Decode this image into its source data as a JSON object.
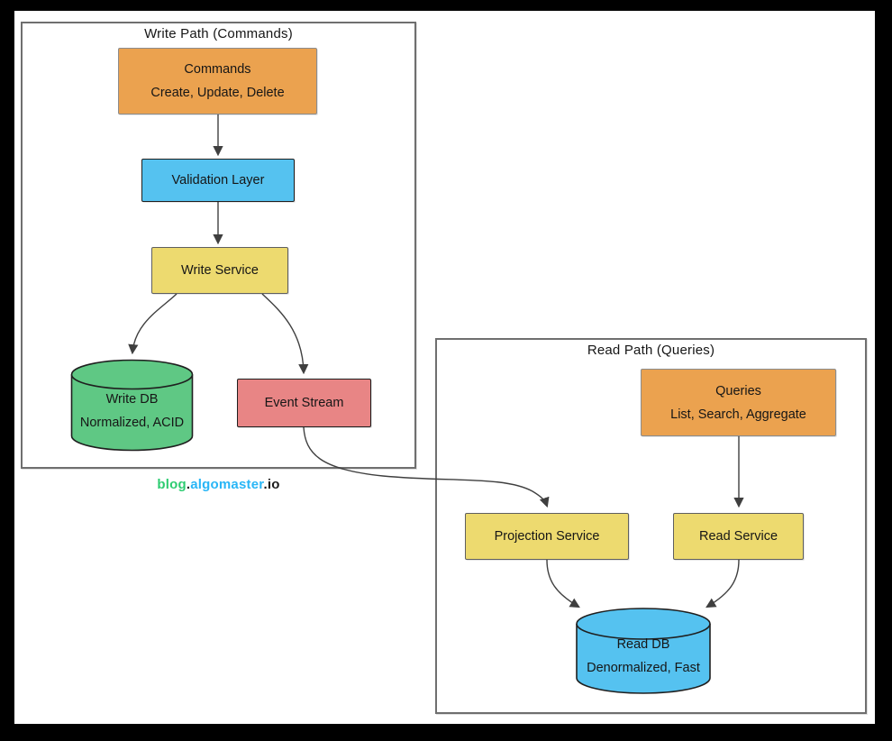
{
  "watermark": {
    "part_blog": "blog",
    "dot1": ".",
    "part_algomaster": "algomaster",
    "dot2": ".",
    "part_io": "io"
  },
  "colors": {
    "command_orange": "#EBA24F",
    "validation_blue": "#55C2F0",
    "service_yellow": "#EDDA6F",
    "event_red": "#E88585",
    "write_db_green": "#5FC884",
    "read_db_blue": "#55C2F0",
    "edge_gray": "#3f3f3f",
    "watermark_green": "#2ECC71",
    "watermark_blue": "#29B6F6"
  },
  "write_path": {
    "title": "Write Path (Commands)",
    "commands": {
      "line1": "Commands",
      "line2": "Create, Update, Delete"
    },
    "validation": {
      "label": "Validation Layer"
    },
    "write_service": {
      "label": "Write Service"
    },
    "write_db": {
      "line1": "Write DB",
      "line2": "Normalized, ACID"
    },
    "event_stream": {
      "label": "Event Stream"
    }
  },
  "read_path": {
    "title": "Read Path (Queries)",
    "queries": {
      "line1": "Queries",
      "line2": "List, Search, Aggregate"
    },
    "projection_service": {
      "label": "Projection Service"
    },
    "read_service": {
      "label": "Read Service"
    },
    "read_db": {
      "line1": "Read DB",
      "line2": "Denormalized, Fast"
    }
  }
}
